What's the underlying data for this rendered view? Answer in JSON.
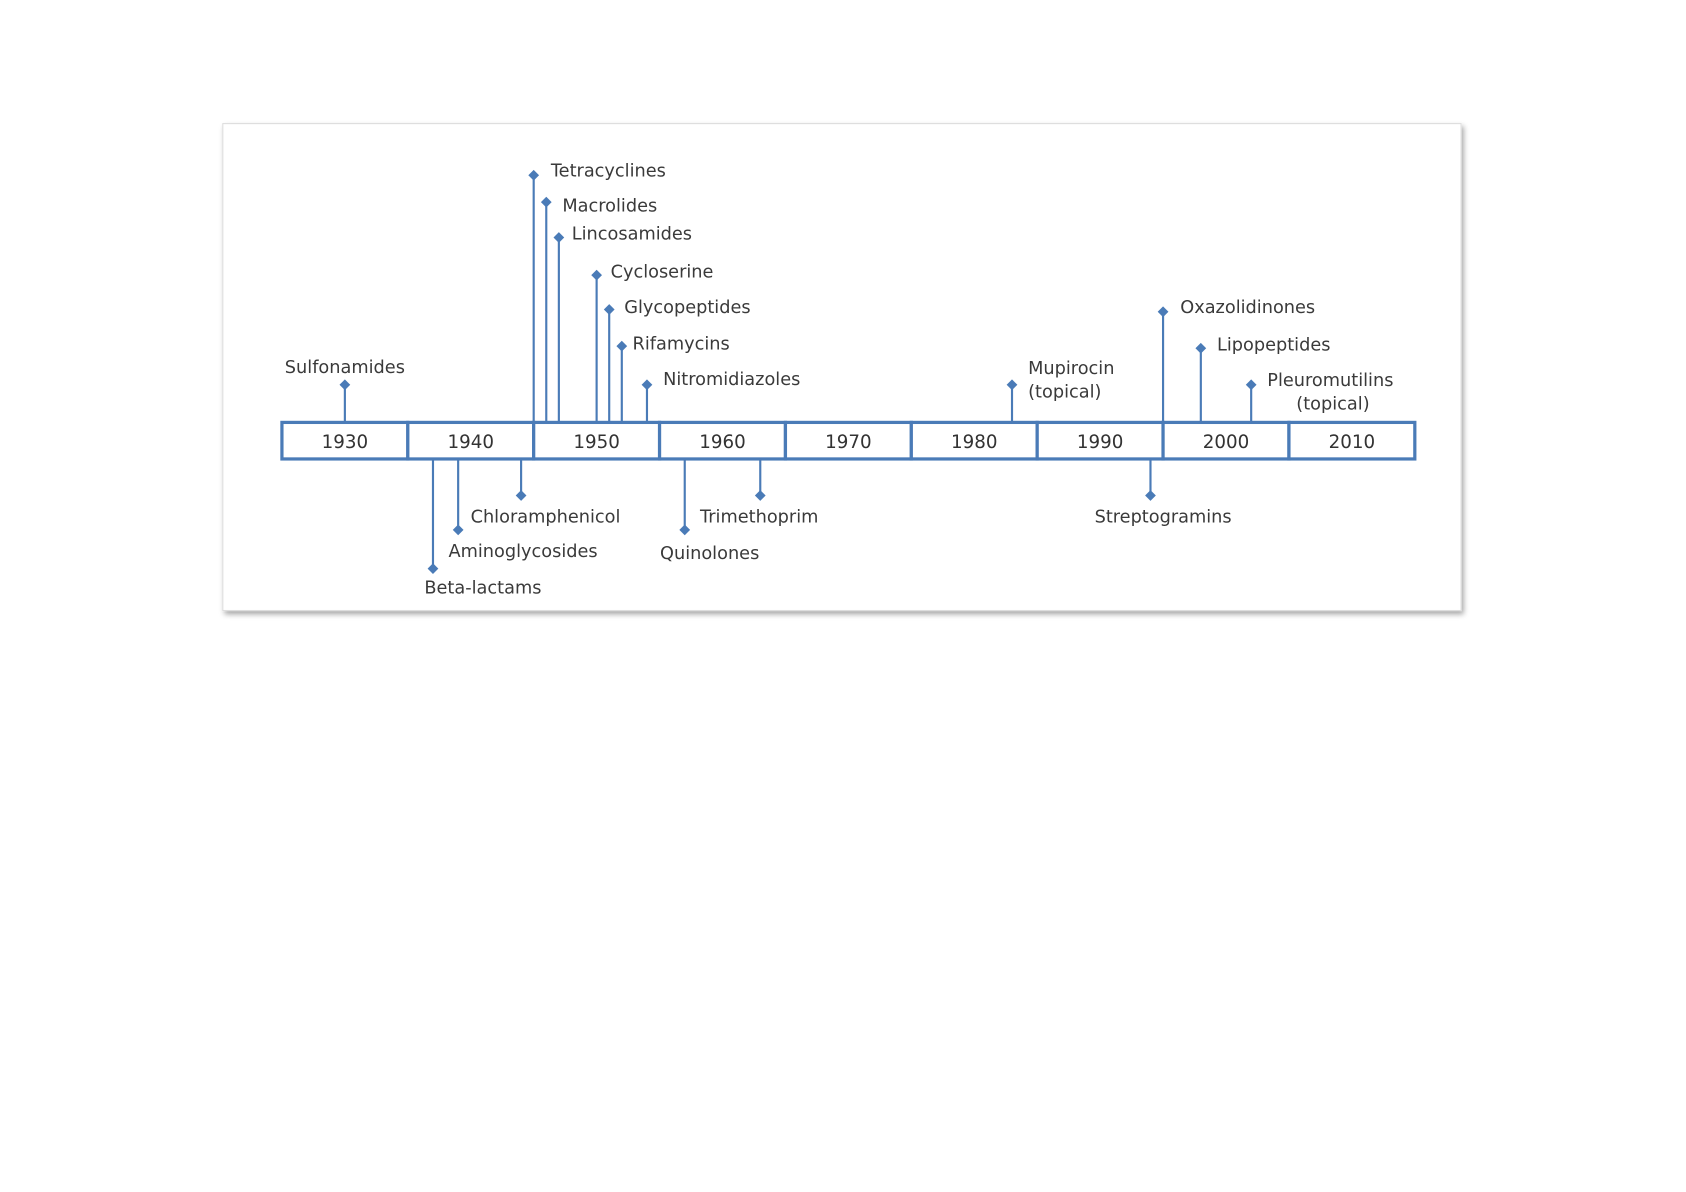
{
  "timeline": {
    "decades": [
      "1930",
      "1940",
      "1950",
      "1960",
      "1970",
      "1980",
      "1990",
      "2000",
      "2010"
    ],
    "accent_color": "#4a7bb7",
    "events": [
      {
        "label": "Sulfonamides",
        "year": 1935,
        "side": "above"
      },
      {
        "label": "Beta-lactams",
        "year": 1942,
        "side": "below"
      },
      {
        "label": "Aminoglycosides",
        "year": 1944,
        "side": "below"
      },
      {
        "label": "Chloramphenicol",
        "year": 1949,
        "side": "below"
      },
      {
        "label": "Tetracyclines",
        "year": 1950,
        "side": "above"
      },
      {
        "label": "Macrolides",
        "year": 1951,
        "side": "above"
      },
      {
        "label": "Lincosamides",
        "year": 1952,
        "side": "above"
      },
      {
        "label": "Cycloserine",
        "year": 1955,
        "side": "above"
      },
      {
        "label": "Glycopeptides",
        "year": 1956,
        "side": "above"
      },
      {
        "label": "Rifamycins",
        "year": 1957,
        "side": "above"
      },
      {
        "label": "Nitromidiazoles",
        "year": 1959,
        "side": "above"
      },
      {
        "label": "Quinolones",
        "year": 1962,
        "side": "below"
      },
      {
        "label": "Trimethoprim",
        "year": 1968,
        "side": "below"
      },
      {
        "label": "Mupirocin",
        "label2": "(topical)",
        "year": 1988,
        "side": "above"
      },
      {
        "label": "Streptogramins",
        "year": 1999,
        "side": "below"
      },
      {
        "label": "Oxazolidinones",
        "year": 2000,
        "side": "above"
      },
      {
        "label": "Lipopeptides",
        "year": 2003,
        "side": "above"
      },
      {
        "label": "Pleuromutilins",
        "label2": "(topical)",
        "year": 2007,
        "side": "above"
      }
    ]
  }
}
